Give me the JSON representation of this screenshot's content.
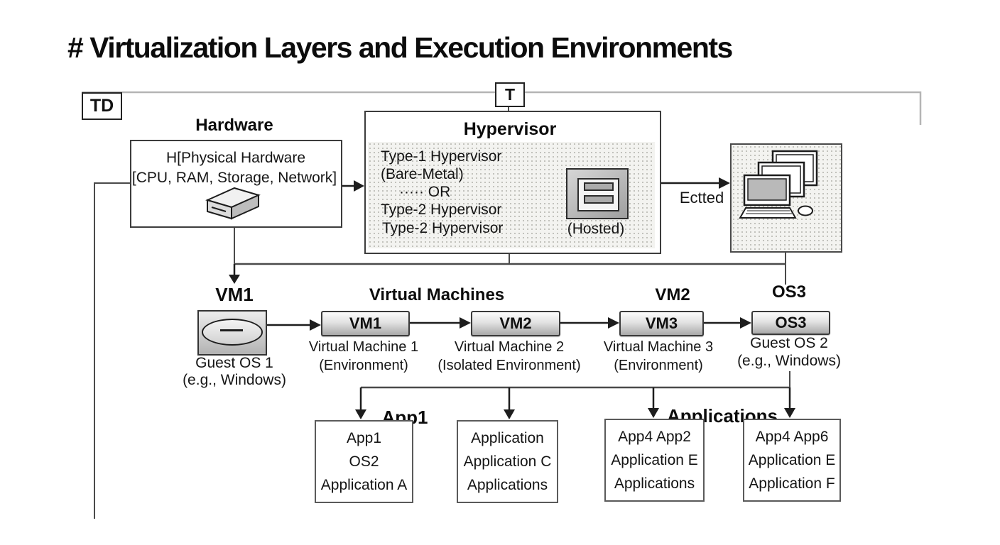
{
  "title": "# Virtualization Layers and Execution Environments",
  "badges": {
    "td": "TD",
    "t": "T"
  },
  "hardware": {
    "header": "Hardware",
    "line1": "H[Physical Hardware",
    "line2": "[CPU, RAM, Storage, Network]"
  },
  "hypervisor": {
    "header": "Hypervisor",
    "lines": [
      "Type-1 Hypervisor",
      "(Bare-Metal)",
      "·····   OR",
      "Type-2 Hypervisor",
      "Type-2 Hypervisor"
    ],
    "hosted_label": "(Hosted)"
  },
  "host_link_label": "Ectted",
  "vm1_stack": {
    "header": "VM1",
    "caption1": "Guest OS 1",
    "caption2": "(e.g., Windows)"
  },
  "vm_row": {
    "header": "Virtual Machines",
    "vm2_header": "VM2",
    "os3_header": "OS3",
    "items": [
      {
        "label": "VM1",
        "line1": "Virtual Machine 1",
        "line2": "(Environment)"
      },
      {
        "label": "VM2",
        "line1": "Virtual Machine 2",
        "line2": "(Isolated Environment)"
      },
      {
        "label": "VM3",
        "line1": "Virtual Machine 3",
        "line2": "(Environment)"
      }
    ],
    "os3": {
      "label": "OS3",
      "line1": "Guest OS 2",
      "line2": "(e.g., Windows)"
    }
  },
  "apps": {
    "header1": "App1",
    "header2": "Applications",
    "boxes": [
      {
        "lines": [
          "App1",
          "OS2",
          "Application A"
        ]
      },
      {
        "lines": [
          "Application",
          "Application C",
          "Applications"
        ]
      },
      {
        "lines": [
          "App4 App2",
          "Application E",
          "Applications"
        ]
      },
      {
        "lines": [
          "App4 App6",
          "Application E",
          "Application F"
        ]
      }
    ]
  },
  "colors": {
    "line": "#4a4a4a",
    "light_line": "#b5b5b5",
    "arrow": "#1d1d1d"
  }
}
